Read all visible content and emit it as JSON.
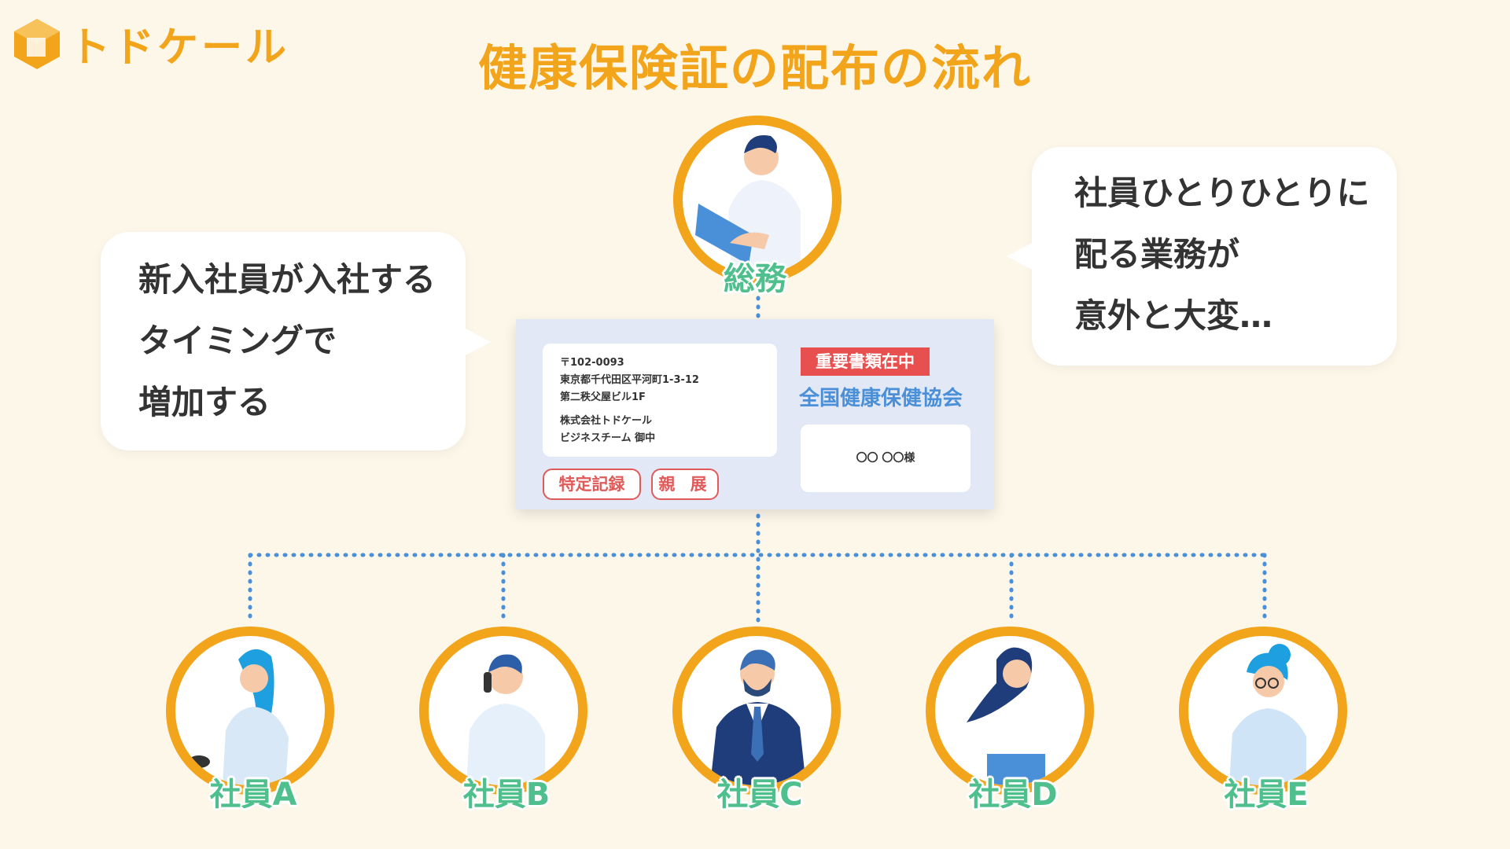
{
  "brand": {
    "name": "トドケール",
    "color": "#f2a41b"
  },
  "title": "健康保険証の配布の流れ",
  "bubble_left": {
    "lines": [
      "新入社員が入社する",
      "タイミングで",
      "増加する"
    ]
  },
  "bubble_right": {
    "lines": [
      "社員ひとりひとりに",
      "配る業務が",
      "意外と大変…"
    ]
  },
  "top_role": {
    "label": "総務",
    "icon": "person-with-laptop-icon"
  },
  "envelope": {
    "address_lines": [
      "〒102-0093",
      "東京都千代田区平河町1-3-12",
      "第二秩父屋ビル1F"
    ],
    "sender_lines": [
      "株式会社トドケール",
      "ビジネスチーム 御中"
    ],
    "stamps": [
      "特定記録",
      "親 展"
    ],
    "important_label": "重要書類在中",
    "association": "全国健康保健協会",
    "recipient": "〇〇 〇〇様"
  },
  "employees": [
    {
      "label": "社員A",
      "icon": "woman-employee-icon"
    },
    {
      "label": "社員B",
      "icon": "man-on-phone-icon"
    },
    {
      "label": "社員C",
      "icon": "man-in-suit-icon"
    },
    {
      "label": "社員D",
      "icon": "woman-employee-icon"
    },
    {
      "label": "社員E",
      "icon": "woman-with-glasses-icon"
    }
  ],
  "colors": {
    "background": "#fdf7ea",
    "accent": "#f2a41b",
    "label_green": "#4fc08d",
    "connector_blue": "#4a90d9",
    "stamp_red": "#e05a5a"
  }
}
